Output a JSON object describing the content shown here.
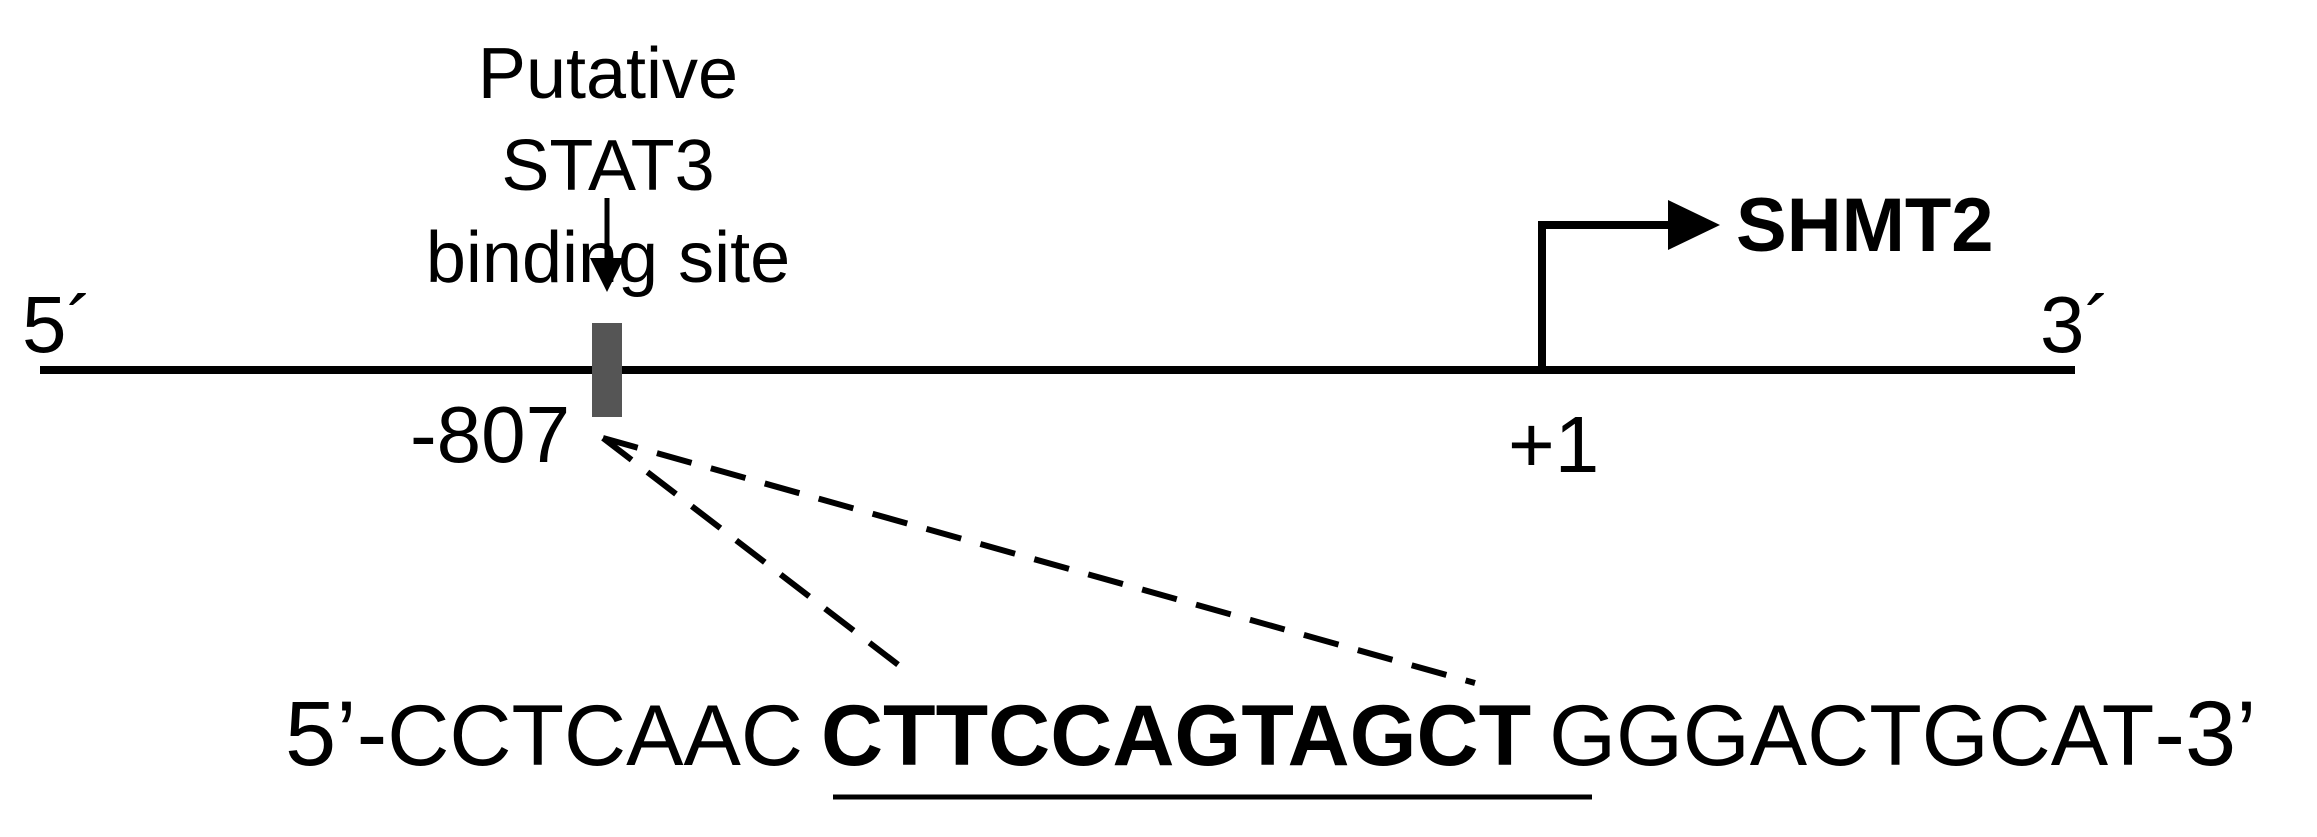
{
  "annotations": {
    "binding_site_label": "Putative STAT3 binding site",
    "five_prime_end": "5´",
    "three_prime_end": "3´",
    "gene_name": "SHMT2",
    "binding_site_position": "-807",
    "tss_position": "+1"
  },
  "sequence": {
    "prefix": "5’-",
    "upstream": "CCTCAAC",
    "motif": "CTTCCAGTAGCT",
    "downstream": "GGGACTGCAT",
    "suffix": "-3’"
  },
  "colors": {
    "line": "#000000",
    "binding_site_box": "#555555",
    "text": "#000000"
  }
}
